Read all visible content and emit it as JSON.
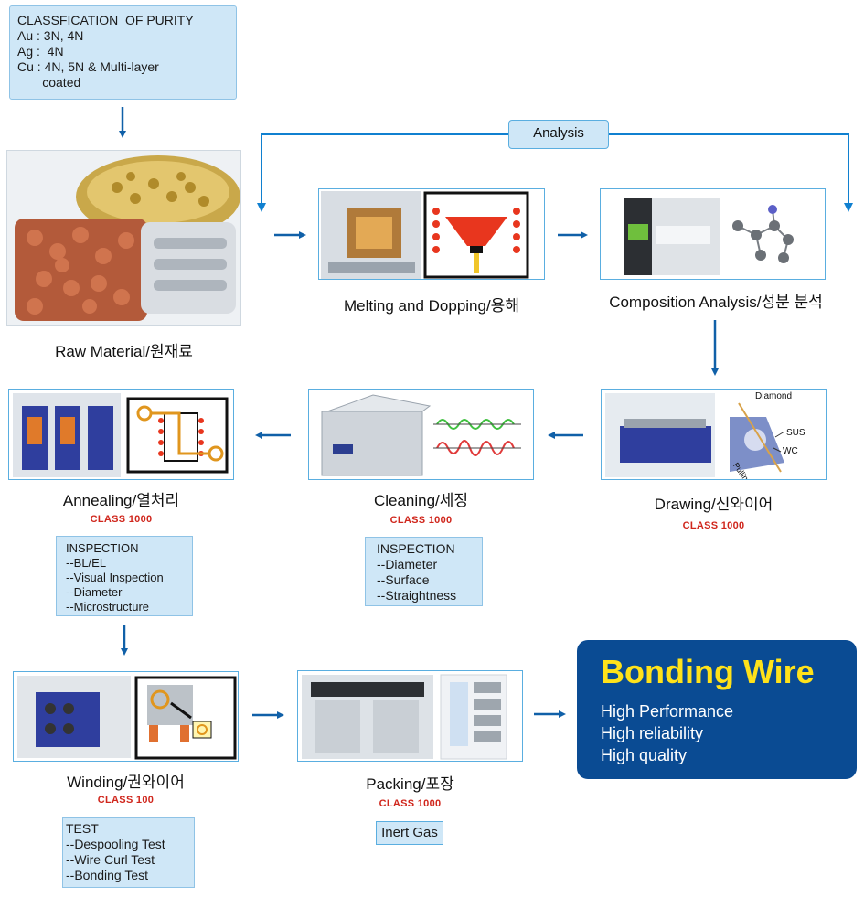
{
  "purity_box": {
    "lines": [
      "CLASSFICATION  OF PURITY",
      "Au : 3N, 4N",
      "Ag :  4N",
      "Cu : 4N, 5N & Multi-layer",
      "       coated"
    ]
  },
  "analysis_label": "Analysis",
  "stages": {
    "raw_material": {
      "label": "Raw Material/원재료"
    },
    "melting": {
      "label": "Melting and Dopping/용해"
    },
    "composition": {
      "label": "Composition Analysis/성분 분석"
    },
    "drawing": {
      "label": "Drawing/신와이어",
      "class": "CLASS 1000"
    },
    "cleaning": {
      "label": "Cleaning/세정",
      "class": "CLASS 1000"
    },
    "annealing": {
      "label": "Annealing/열처리",
      "class": "CLASS 1000"
    },
    "winding": {
      "label": "Winding/권와이어",
      "class": "CLASS 100"
    },
    "packing": {
      "label": "Packing/포장",
      "class": "CLASS 1000"
    }
  },
  "drawing_image_labels": {
    "diamond": "Diamond",
    "sus": "SUS",
    "wc": "WC",
    "force": "Pulling force"
  },
  "inspection_annealing": {
    "lines": [
      "INSPECTION",
      "--BL/EL",
      "--Visual Inspection",
      "--Diameter",
      "--Microstructure"
    ]
  },
  "inspection_cleaning": {
    "lines": [
      "INSPECTION",
      "--Diameter",
      "--Surface",
      "--Straightness"
    ]
  },
  "test_winding": {
    "lines": [
      "TEST",
      "--Despooling Test",
      "--Wire Curl Test",
      "--Bonding Test"
    ]
  },
  "packing_note": "Inert Gas",
  "bonding_wire": {
    "title": "Bonding Wire",
    "points": [
      "High Performance",
      "High reliability",
      "High quality"
    ]
  },
  "colors": {
    "arrow": "#1060a8",
    "class_text": "#d0261c",
    "box_fill": "#cfe7f7",
    "brand_panel": "#0a4b93",
    "brand_title": "#ffe21a"
  }
}
